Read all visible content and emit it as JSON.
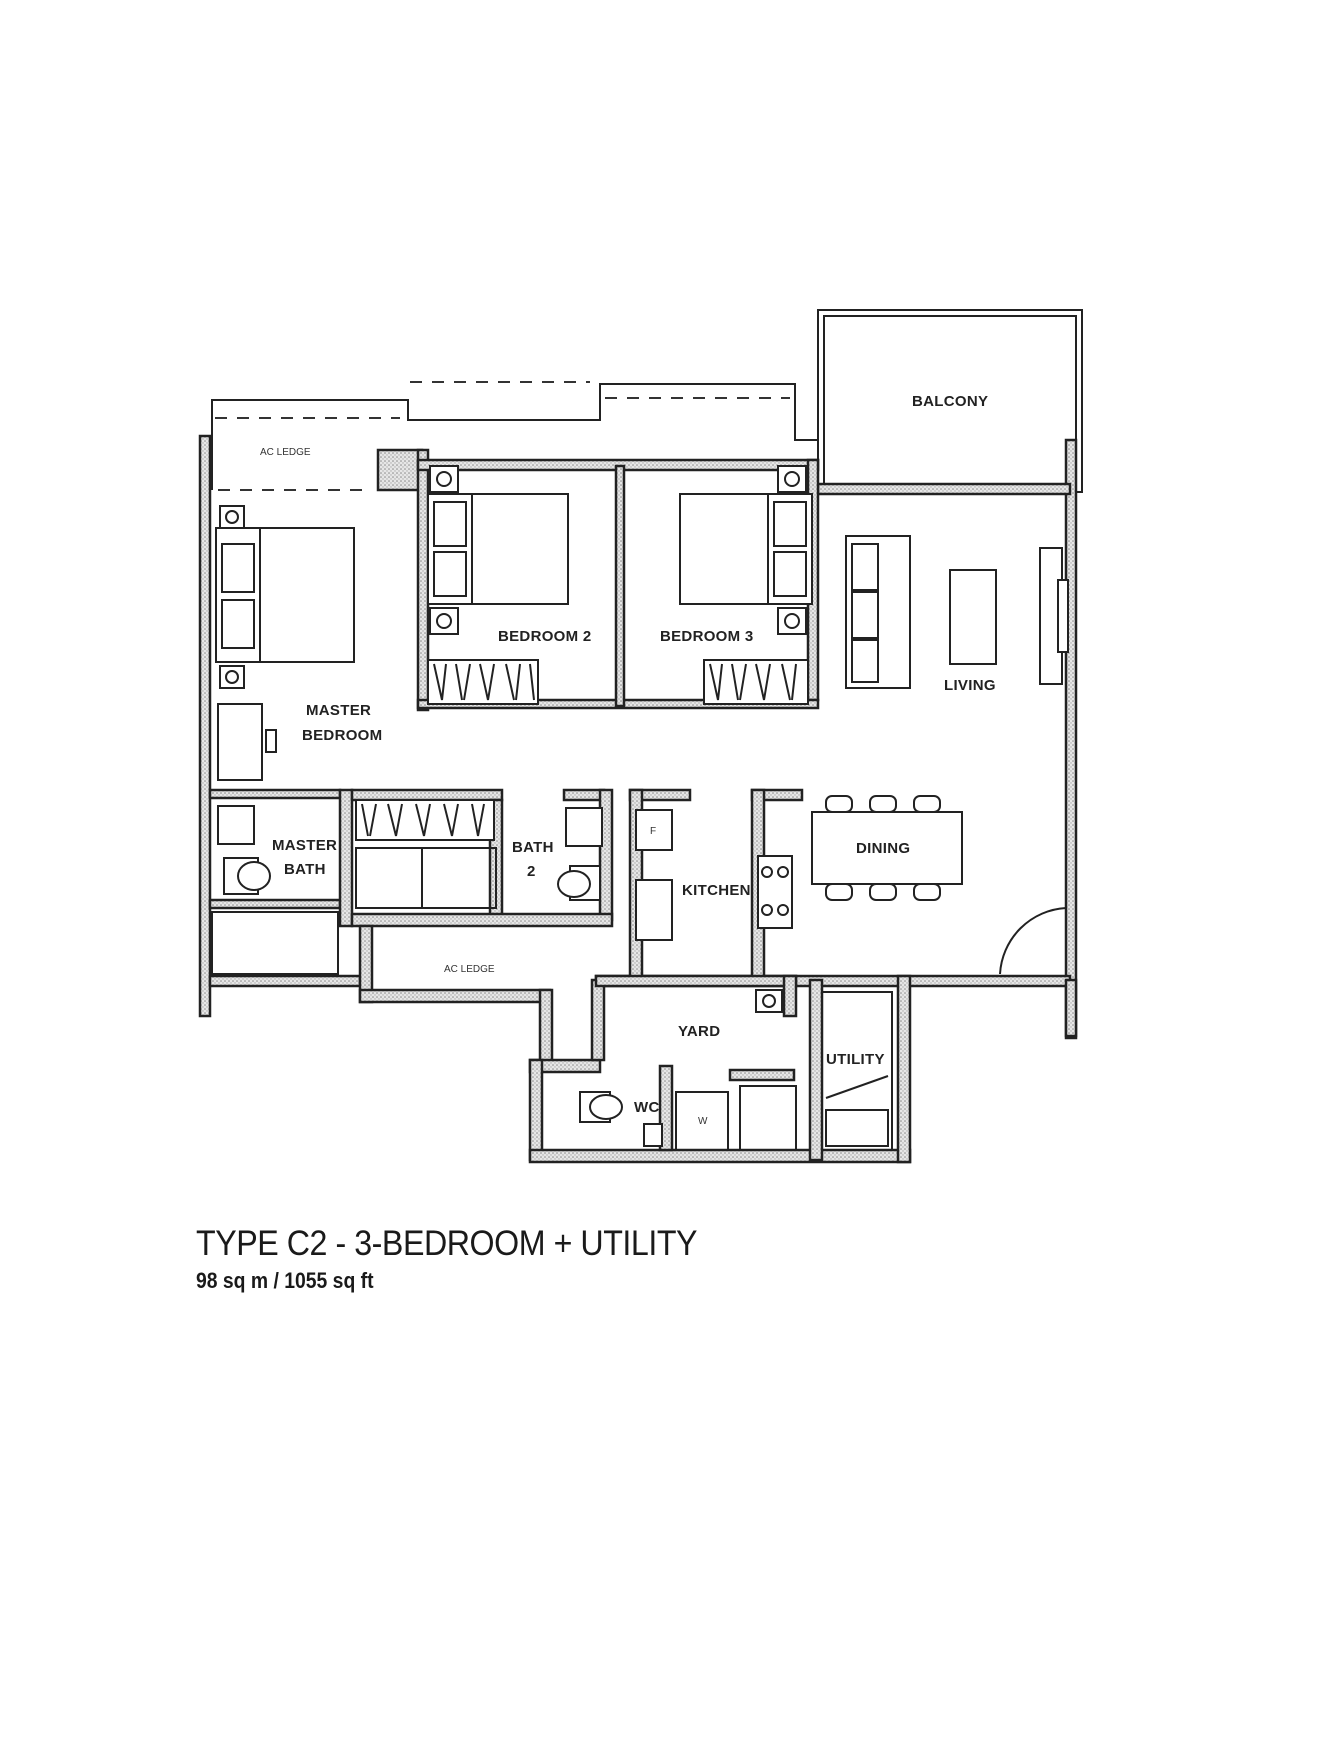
{
  "plan": {
    "rooms": {
      "ac_ledge_top": "AC LEDGE",
      "balcony": "BALCONY",
      "bedroom2": "BEDROOM 2",
      "bedroom3": "BEDROOM 3",
      "master_bedroom_line1": "MASTER",
      "master_bedroom_line2": "BEDROOM",
      "living": "LIVING",
      "master_bath_line1": "MASTER",
      "master_bath_line2": "BATH",
      "bath2_line1": "BATH",
      "bath2_line2": "2",
      "kitchen": "KITCHEN",
      "dining": "DINING",
      "ac_ledge_bottom": "AC LEDGE",
      "yard": "YARD",
      "utility": "UTILITY",
      "wc": "WC",
      "fridge_mark": "F",
      "washer_mark": "W"
    }
  },
  "caption": {
    "title": "TYPE C2 - 3-BEDROOM + UTILITY",
    "area": "98 sq m / 1055 sq ft"
  }
}
